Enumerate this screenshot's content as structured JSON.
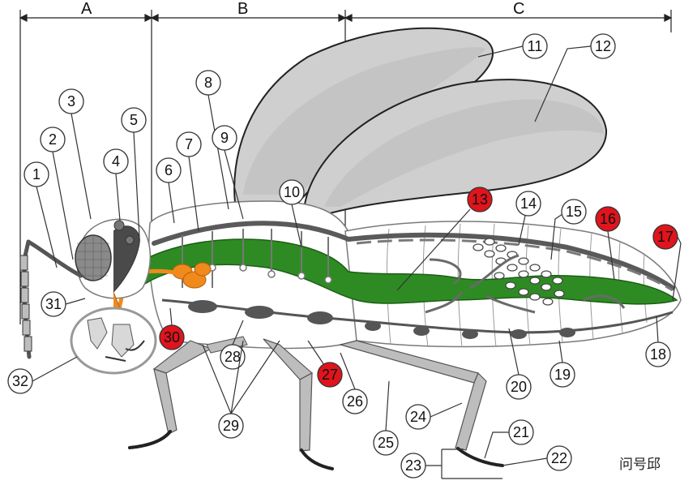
{
  "segments": {
    "head": "A",
    "thorax": "B",
    "abdomen": "C"
  },
  "callouts": [
    {
      "id": "1",
      "highlight": false
    },
    {
      "id": "2",
      "highlight": false
    },
    {
      "id": "3",
      "highlight": false
    },
    {
      "id": "4",
      "highlight": false
    },
    {
      "id": "5",
      "highlight": false
    },
    {
      "id": "6",
      "highlight": false
    },
    {
      "id": "7",
      "highlight": false
    },
    {
      "id": "8",
      "highlight": false
    },
    {
      "id": "9",
      "highlight": false
    },
    {
      "id": "10",
      "highlight": false
    },
    {
      "id": "11",
      "highlight": false
    },
    {
      "id": "12",
      "highlight": false
    },
    {
      "id": "13",
      "highlight": true
    },
    {
      "id": "14",
      "highlight": false
    },
    {
      "id": "15",
      "highlight": false
    },
    {
      "id": "16",
      "highlight": true
    },
    {
      "id": "17",
      "highlight": true
    },
    {
      "id": "18",
      "highlight": false
    },
    {
      "id": "19",
      "highlight": false
    },
    {
      "id": "20",
      "highlight": false
    },
    {
      "id": "21",
      "highlight": false
    },
    {
      "id": "22",
      "highlight": false
    },
    {
      "id": "23",
      "highlight": false
    },
    {
      "id": "24",
      "highlight": false
    },
    {
      "id": "25",
      "highlight": false
    },
    {
      "id": "26",
      "highlight": false
    },
    {
      "id": "27",
      "highlight": true
    },
    {
      "id": "28",
      "highlight": false
    },
    {
      "id": "29",
      "highlight": false
    },
    {
      "id": "30",
      "highlight": true
    },
    {
      "id": "31",
      "highlight": false
    },
    {
      "id": "32",
      "highlight": false
    }
  ],
  "colors": {
    "highlight": "#e0141c",
    "gut": "#2e8b23",
    "gut_dark": "#1d5e16",
    "glands": "#f08a1c",
    "wing": "#c9c9c9",
    "body_outline": "#8a8a8a",
    "nerve": "#555555"
  },
  "watermark": "问号邱"
}
